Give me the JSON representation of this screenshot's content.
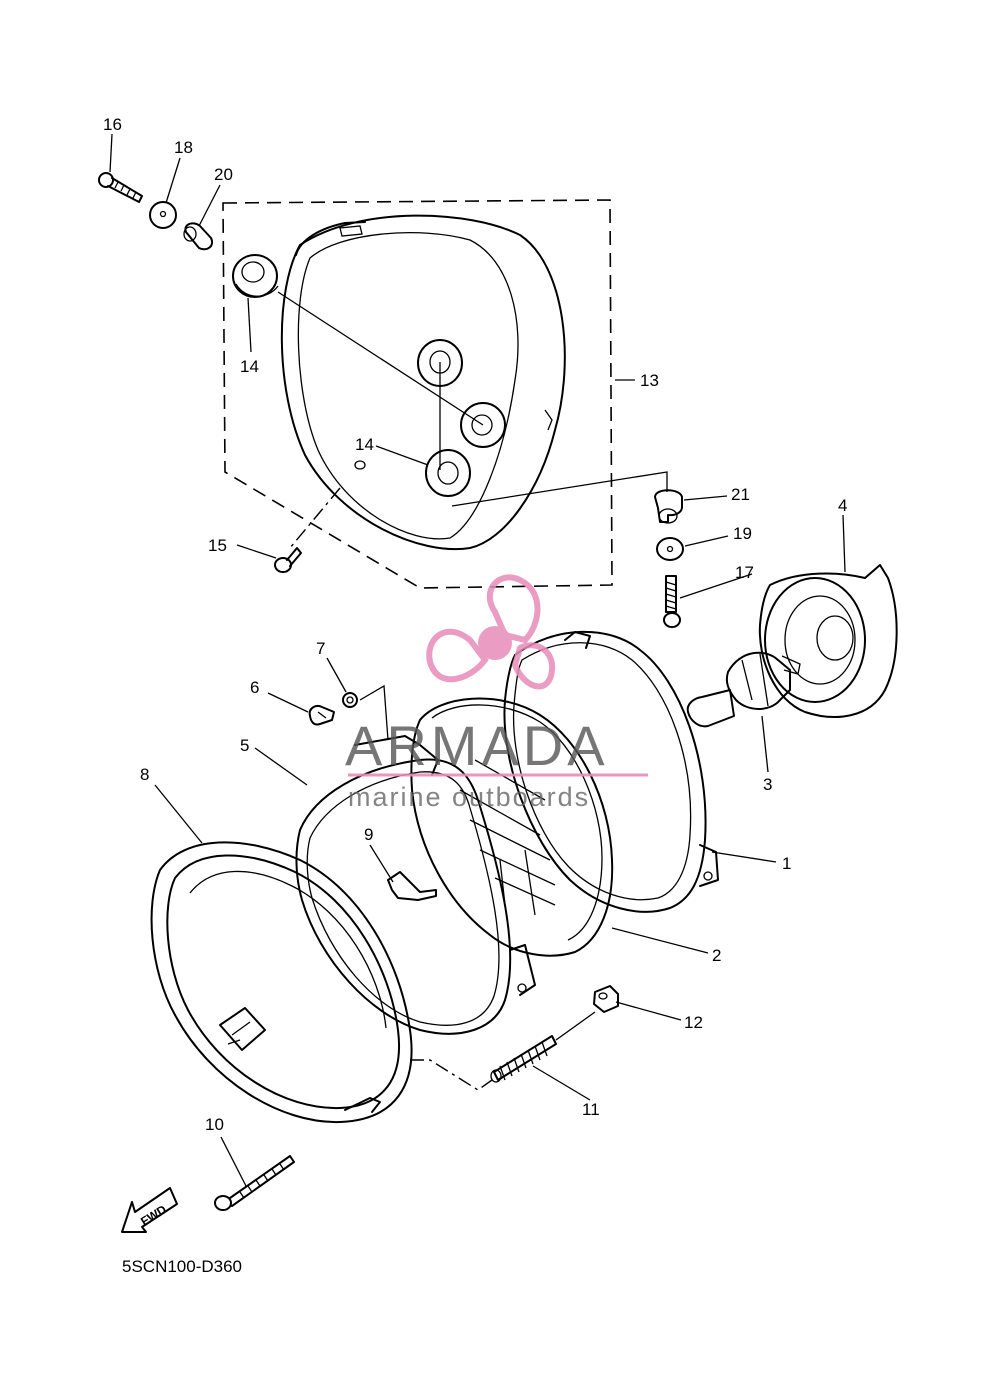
{
  "diagram": {
    "code": "5SCN100-D360",
    "fwd_label": "FWD",
    "watermark": {
      "brand": "ARMADA",
      "tagline": "marine outboards",
      "color": "#e88bb8",
      "text_color": "#555555"
    },
    "callouts": [
      "1",
      "2",
      "3",
      "4",
      "5",
      "6",
      "7",
      "8",
      "9",
      "10",
      "11",
      "12",
      "13",
      "14",
      "14",
      "15",
      "16",
      "17",
      "18",
      "19",
      "20",
      "21"
    ]
  }
}
